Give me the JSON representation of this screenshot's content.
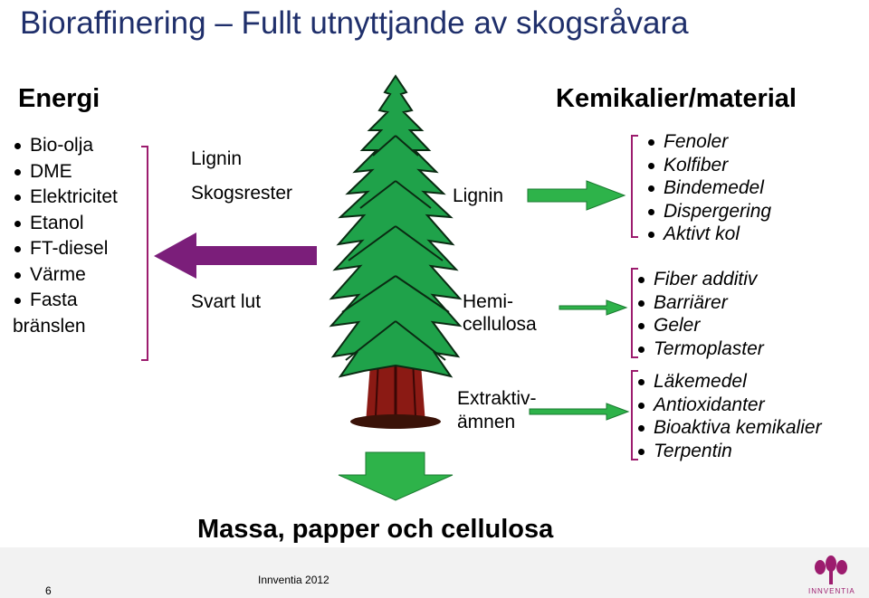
{
  "title": "Bioraffinering – Fullt utnyttjande av skogsråvara",
  "energy": {
    "heading": "Energi",
    "items": [
      "Bio-olja",
      "DME",
      "Elektricitet",
      "Etanol",
      "FT-diesel",
      "Värme",
      "Fasta"
    ],
    "last_line": "bränslen"
  },
  "left_labels": {
    "lignin": "Lignin",
    "skogsrester": "Skogsrester",
    "svart_lut": "Svart lut"
  },
  "tree_labels": {
    "lignin": "Lignin",
    "hemi_1": "Hemi-",
    "hemi_2": "cellulosa",
    "extr_1": "Extraktiv-",
    "extr_2": "ämnen"
  },
  "chemicals": {
    "heading": "Kemikalier/material",
    "group1": [
      "Fenoler",
      "Kolfiber",
      "Bindemedel",
      "Dispergering",
      "Aktivt kol"
    ],
    "group2": [
      "Fiber additiv",
      "Barriärer",
      "Geler",
      "Termoplaster"
    ],
    "group3": [
      "Läkemedel",
      "Antioxidanter",
      "Bioaktiva kemikalier",
      "Terpentin"
    ]
  },
  "bottom": "Massa, papper och cellulosa",
  "footer": {
    "page_number": "6",
    "copyright": "Innventia 2012",
    "logo_text": "INNVENTIA"
  },
  "colors": {
    "title": "#1f2f6b",
    "purple_arrow": "#7b1e7a",
    "green_arrow": "#2eb34a",
    "bracket": "#9c1c6e",
    "tree_green": "#1fa24a",
    "trunk": "#8b1a14"
  }
}
